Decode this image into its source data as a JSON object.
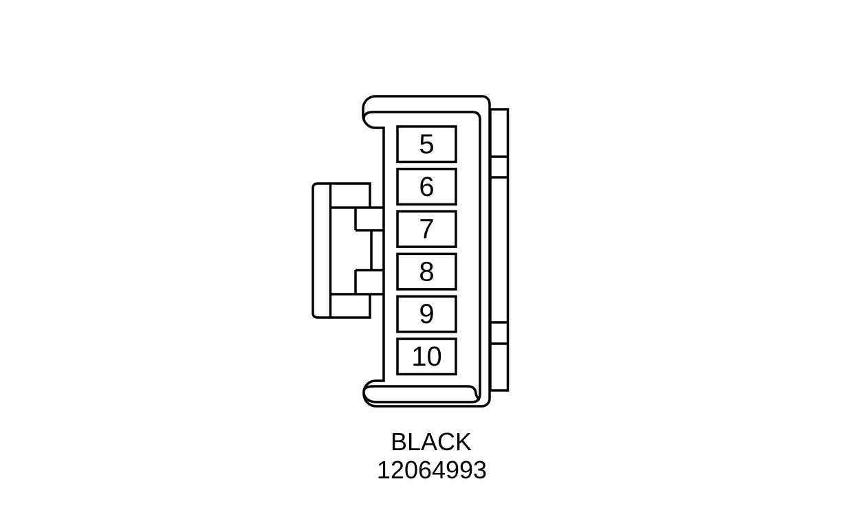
{
  "diagram": {
    "type": "connector-pinout",
    "connector": {
      "color_label": "BLACK",
      "part_number": "12064993",
      "pins": [
        "5",
        "6",
        "7",
        "8",
        "9",
        "10"
      ]
    },
    "colors": {
      "line": "#000000",
      "background": "#ffffff",
      "text": "#000000"
    }
  }
}
